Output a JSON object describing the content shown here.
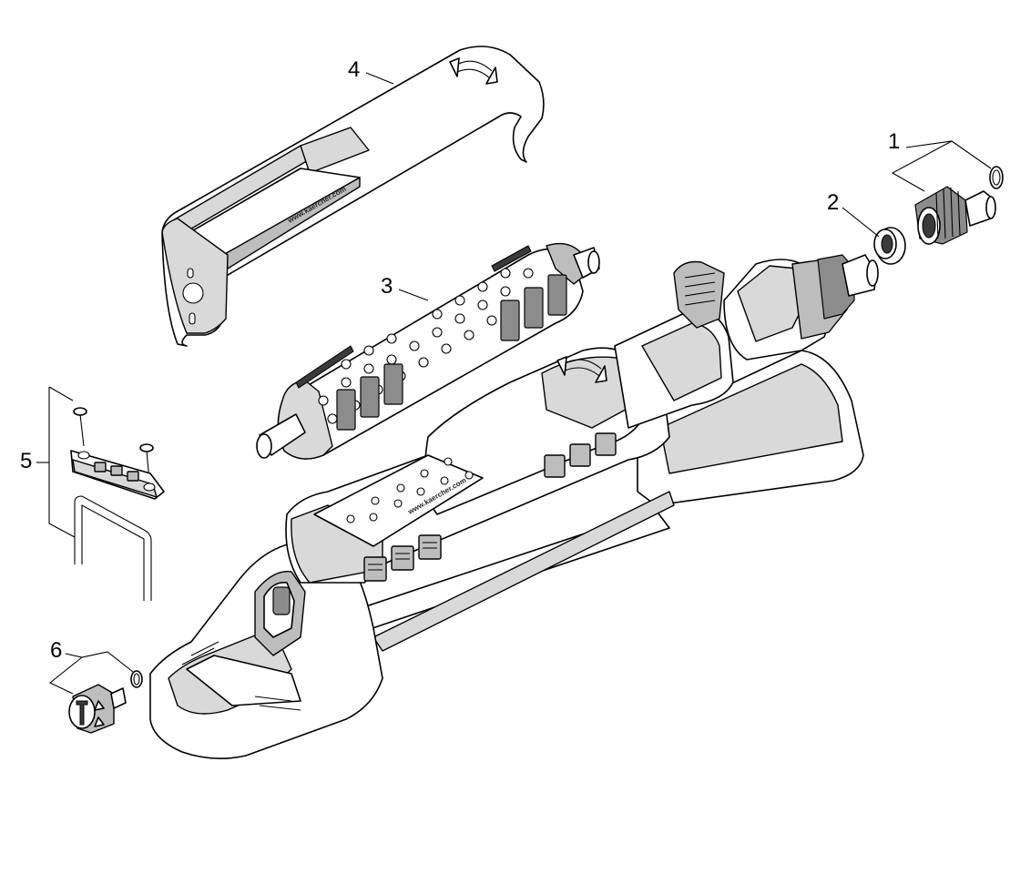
{
  "labels": {
    "part_1": "1",
    "part_2": "2",
    "part_3": "3",
    "part_4": "4",
    "part_5": "5",
    "part_6": "6"
  },
  "brand_text": {
    "cover": "www.kaercher.com",
    "body": "www.kaercher.com"
  },
  "icons": {
    "rotation_arrow_cover": "curved-double-arrow-icon",
    "rotation_arrow_body": "curved-double-arrow-icon"
  }
}
